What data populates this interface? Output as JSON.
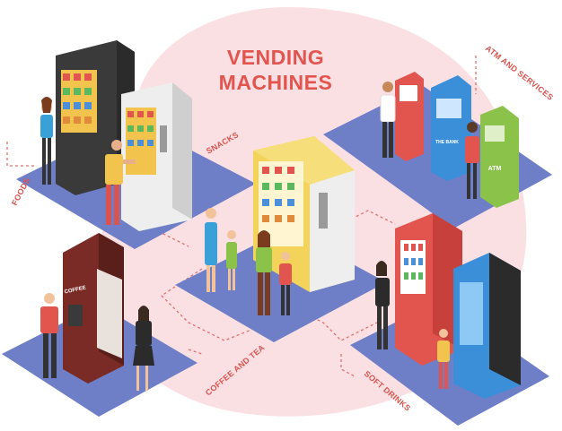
{
  "title_line1": "VENDING",
  "title_line2": "MACHINES",
  "labels": {
    "foods": "FOODS",
    "snacks": "SNACKS",
    "atm": "ATM AND SERVICES",
    "coffee": "COFFEE AND TEA",
    "soft": "SOFT DRINKS"
  },
  "machine_text": {
    "coffee": "COFFEE",
    "atm": "ATM",
    "bank": "THE BANK"
  },
  "colors": {
    "accent": "#e2554f",
    "blob": "#fbe0e3",
    "platform": "#6e7fc7",
    "dashed": "#e07070"
  }
}
